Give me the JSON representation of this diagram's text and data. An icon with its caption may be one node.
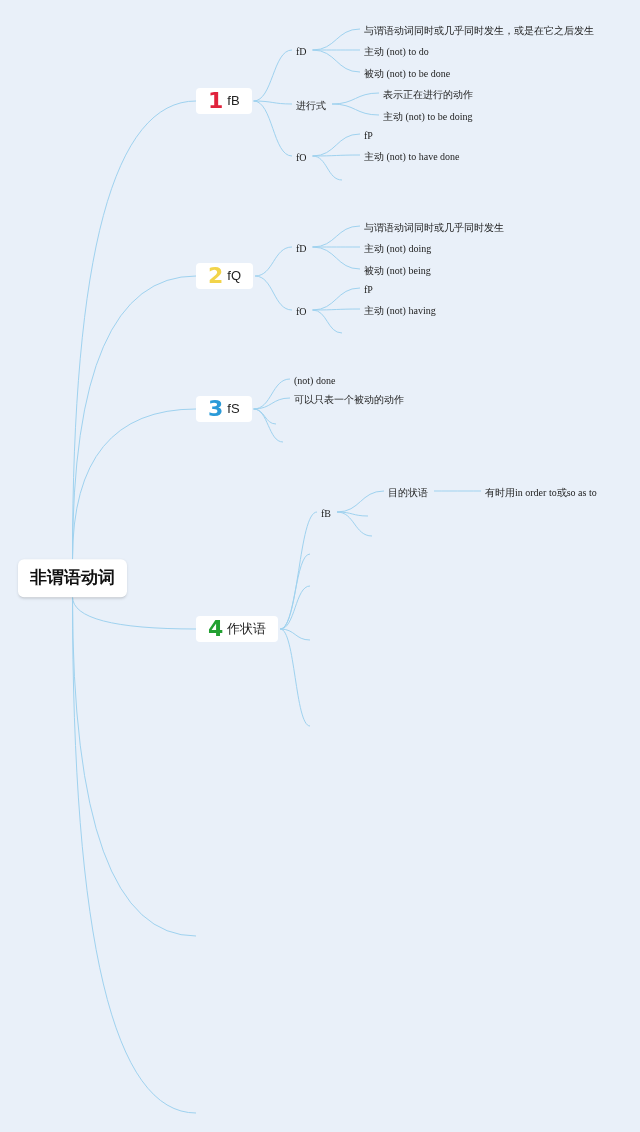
{
  "diagram": {
    "nodes": [
      {
        "text": [
          "非谓语动词"
        ]
      },
      {
        "text": [
          "1",
          "fB"
        ]
      },
      {
        "text": [
          "fD"
        ]
      },
      {
        "text": [
          "与谓语动词同时或几乎同时发生，或是在它之后发生"
        ]
      },
      {
        "text": [
          "主动 (not) to do"
        ]
      },
      {
        "text": [
          "被动 (not) to be done"
        ]
      },
      {
        "text": [
          "进行式"
        ]
      },
      {
        "text": [
          "表示正在进行的动作"
        ]
      },
      {
        "text": [
          "主动 (not) to be doing"
        ]
      },
      {
        "text": [
          "fO"
        ]
      },
      {
        "text": [
          "fP"
        ]
      },
      {
        "text": [
          "主动 (not) to have done"
        ]
      },
      {
        "text": [
          "2",
          "fQ"
        ]
      },
      {
        "text": [
          "fD"
        ]
      },
      {
        "text": [
          "与谓语动词同时或几乎同时发生"
        ]
      },
      {
        "text": [
          "主动 (not) doing"
        ]
      },
      {
        "text": [
          "被动 (not) being"
        ]
      },
      {
        "text": [
          "fO"
        ]
      },
      {
        "text": [
          "fP"
        ]
      },
      {
        "text": [
          "主动 (not) having"
        ]
      },
      {
        "text": [
          "3",
          "fS"
        ]
      },
      {
        "text": [
          "(not) done"
        ]
      },
      {
        "text": [
          "可以只表一个被动的动作"
        ]
      },
      {
        "text": [
          "4",
          "作状语"
        ]
      },
      {
        "text": [
          "fB"
        ]
      },
      {
        "text": [
          "目的状语"
        ]
      },
      {
        "text": [
          "有时用in order to或so as to"
        ]
      }
    ],
    "edges": [
      {
        "from": 0,
        "to": 1,
        "arrow": "none"
      },
      {
        "from": 1,
        "to": 2,
        "arrow": "none"
      },
      {
        "from": 2,
        "to": 3,
        "arrow": "none"
      },
      {
        "from": 2,
        "to": 4,
        "arrow": "none"
      },
      {
        "from": 2,
        "to": 5,
        "arrow": "none"
      },
      {
        "from": 1,
        "to": 6,
        "arrow": "none"
      },
      {
        "from": 6,
        "to": 7,
        "arrow": "none"
      },
      {
        "from": 6,
        "to": 8,
        "arrow": "none"
      },
      {
        "from": 1,
        "to": 9,
        "arrow": "none"
      },
      {
        "from": 9,
        "to": 10,
        "arrow": "none"
      },
      {
        "from": 9,
        "to": 11,
        "arrow": "none"
      },
      {
        "from": 9,
        "to": null,
        "arrow": "none"
      },
      {
        "from": 0,
        "to": 12,
        "arrow": "none"
      },
      {
        "from": 12,
        "to": 13,
        "arrow": "none"
      },
      {
        "from": 13,
        "to": 14,
        "arrow": "none"
      },
      {
        "from": 13,
        "to": 15,
        "arrow": "none"
      },
      {
        "from": 13,
        "to": 16,
        "arrow": "none"
      },
      {
        "from": 12,
        "to": 17,
        "arrow": "none"
      },
      {
        "from": 17,
        "to": 18,
        "arrow": "none"
      },
      {
        "from": 17,
        "to": 19,
        "arrow": "none"
      },
      {
        "from": 17,
        "to": null,
        "arrow": "none"
      },
      {
        "from": 0,
        "to": 20,
        "arrow": "none"
      },
      {
        "from": 20,
        "to": 21,
        "arrow": "none"
      },
      {
        "from": 20,
        "to": 22,
        "arrow": "none"
      },
      {
        "from": 20,
        "to": null,
        "arrow": "none"
      },
      {
        "from": 20,
        "to": null,
        "arrow": "none"
      },
      {
        "from": 0,
        "to": 23,
        "arrow": "none"
      },
      {
        "from": 23,
        "to": 24,
        "arrow": "none"
      },
      {
        "from": 24,
        "to": 25,
        "arrow": "none"
      },
      {
        "from": 25,
        "to": 26,
        "arrow": "none"
      },
      {
        "from": 24,
        "to": null,
        "arrow": "none"
      },
      {
        "from": 24,
        "to": null,
        "arrow": "none"
      },
      {
        "from": 23,
        "to": null,
        "arrow": "none"
      },
      {
        "from": 23,
        "to": null,
        "arrow": "none"
      },
      {
        "from": 23,
        "to": null,
        "arrow": "none"
      },
      {
        "from": 23,
        "to": null,
        "arrow": "none"
      },
      {
        "from": 0,
        "to": null,
        "arrow": "none"
      },
      {
        "from": 0,
        "to": null,
        "arrow": "none"
      }
    ]
  }
}
